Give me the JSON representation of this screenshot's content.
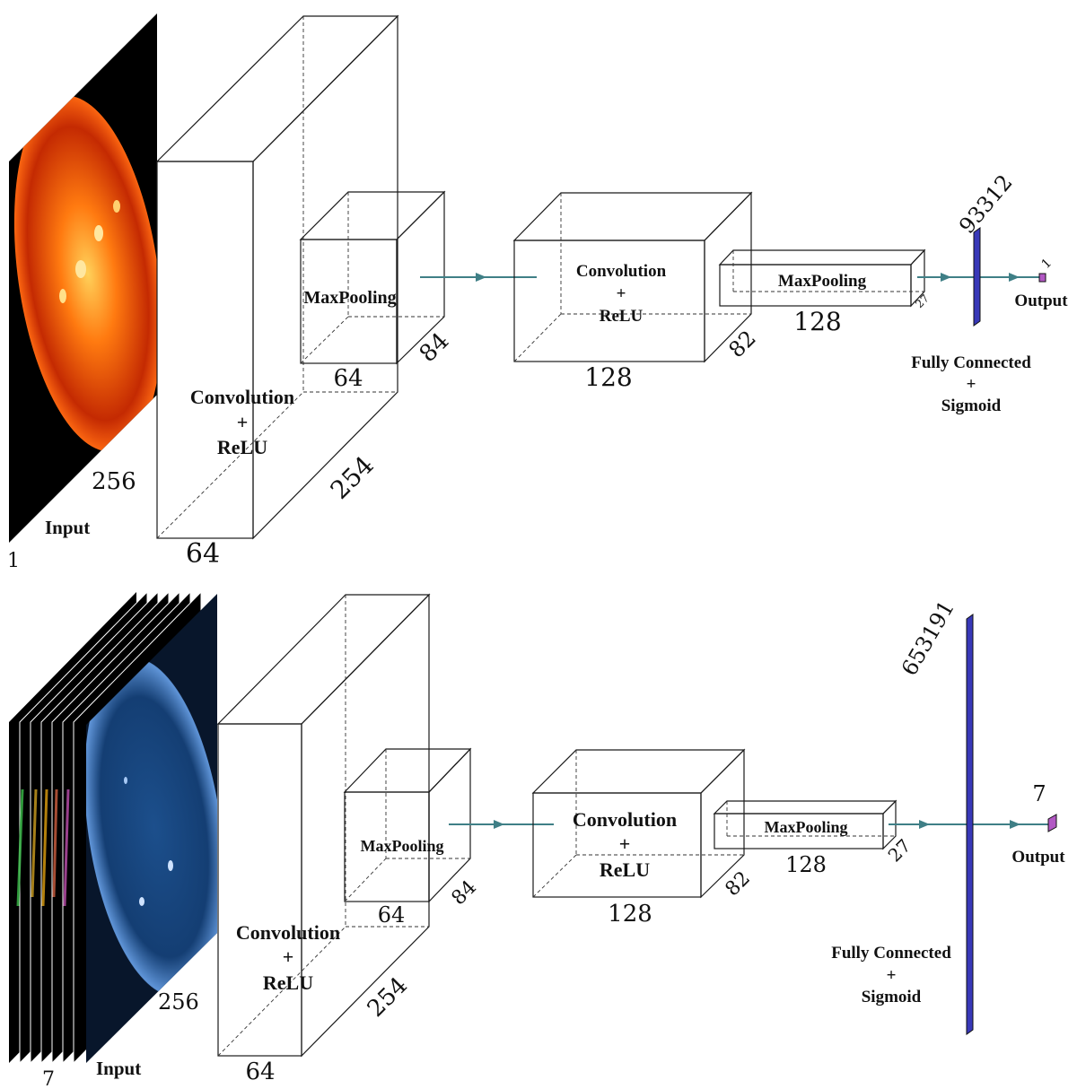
{
  "colors": {
    "conv_front": "#ffe9c2",
    "conv_side": "#fde3b6",
    "conv_top": "#fff0d3",
    "pool_front": "#e47a6a",
    "pool_side": "#e27f82",
    "pool_top": "#d9655e",
    "fc_bar": "#3838b8",
    "output": "#b258c4",
    "arrow": "#3f7f86"
  },
  "top": {
    "input_label": "Input",
    "input_size": "256",
    "input_channels": "1",
    "conv1": {
      "label_line1": "Convolution",
      "label_line2": "+",
      "label_line3": "ReLU",
      "width": "64",
      "depth": "254"
    },
    "pool1": {
      "label": "MaxPooling",
      "width": "64",
      "depth": "84"
    },
    "conv2": {
      "label_line1": "Convolution",
      "label_line2": "+",
      "label_line3": "ReLU",
      "width": "128",
      "depth": "82"
    },
    "pool2": {
      "label": "MaxPooling",
      "width": "128",
      "depth": "27"
    },
    "fc": {
      "size": "93312",
      "label_line1": "Fully Connected",
      "label_line2": "+",
      "label_line3": "Sigmoid"
    },
    "output": {
      "label": "Output",
      "size": "1"
    }
  },
  "bottom": {
    "input_label": "Input",
    "input_size": "256",
    "input_channels": "7",
    "conv1": {
      "label_line1": "Convolution",
      "label_line2": "+",
      "label_line3": "ReLU",
      "width": "64",
      "depth": "254"
    },
    "pool1": {
      "label": "MaxPooling",
      "width": "64",
      "depth": "84"
    },
    "conv2": {
      "label_line1": "Convolution",
      "label_line2": "+",
      "label_line3": "ReLU",
      "width": "128",
      "depth": "82"
    },
    "pool2": {
      "label": "MaxPooling",
      "width": "128",
      "depth": "27"
    },
    "fc": {
      "size": "653191",
      "label_line1": "Fully Connected",
      "label_line2": "+",
      "label_line3": "Sigmoid"
    },
    "output": {
      "label": "Output",
      "size": "7"
    }
  }
}
